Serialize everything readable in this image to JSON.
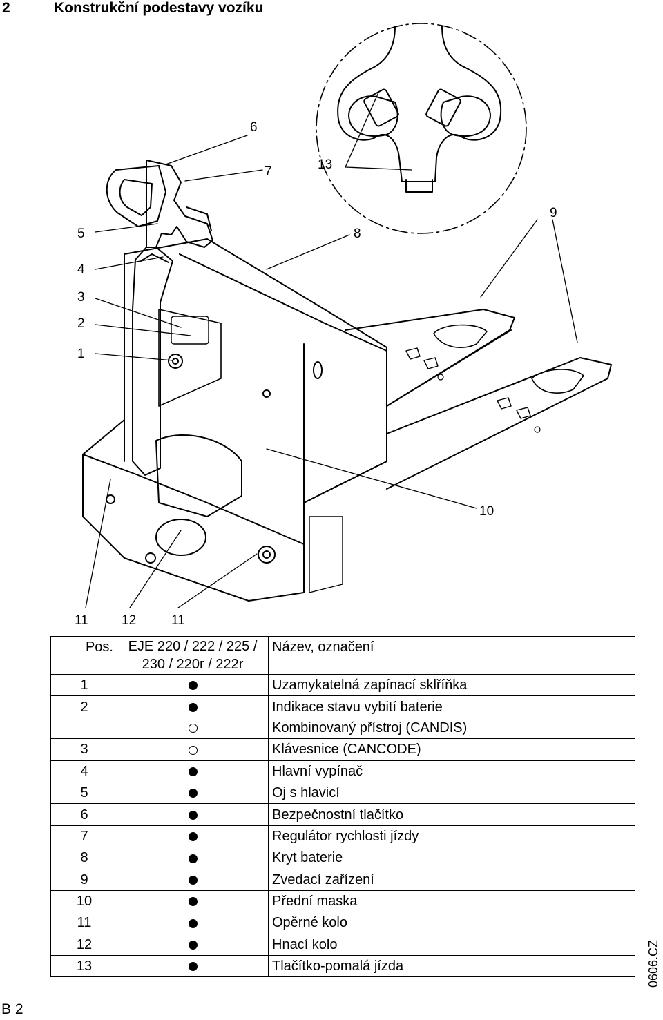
{
  "header": {
    "chapter": "2",
    "title": "Konstrukční podestavy vozíku"
  },
  "illustration": {
    "callouts": [
      "6",
      "7",
      "13",
      "5",
      "8",
      "9",
      "4",
      "3",
      "2",
      "1",
      "10",
      "11",
      "12",
      "11"
    ]
  },
  "legend": {
    "headers": {
      "pos": "Pos.",
      "model_line1": "EJE 220 / 222 / 225 /",
      "model_line2": "230 / 220r / 222r",
      "name": "Název, označení"
    },
    "rows": [
      {
        "pos": "1",
        "marker": "filled",
        "name": "Uzamykatelná zapínací sklříňka",
        "sep": true
      },
      {
        "pos": "2",
        "marker": "filled",
        "name": "Indikace stavu vybití baterie",
        "sep": true
      },
      {
        "pos": "",
        "marker": "open",
        "name": "Kombinovaný přístroj (CANDIS)",
        "sep": false
      },
      {
        "pos": "3",
        "marker": "open",
        "name": "Klávesnice (CANCODE)",
        "sep": true
      },
      {
        "pos": "4",
        "marker": "filled",
        "name": "Hlavní vypínač",
        "sep": true
      },
      {
        "pos": "5",
        "marker": "filled",
        "name": "Oj s hlavicí",
        "sep": true
      },
      {
        "pos": "6",
        "marker": "filled",
        "name": "Bezpečnostní tlačítko",
        "sep": true
      },
      {
        "pos": "7",
        "marker": "filled",
        "name": "Regulátor rychlosti jízdy",
        "sep": true
      },
      {
        "pos": "8",
        "marker": "filled",
        "name": "Kryt baterie",
        "sep": true
      },
      {
        "pos": "9",
        "marker": "filled",
        "name": "Zvedací zařízení",
        "sep": true
      },
      {
        "pos": "10",
        "marker": "filled",
        "name": "Přední maska",
        "sep": true
      },
      {
        "pos": "11",
        "marker": "filled",
        "name": "Opěrné kolo",
        "sep": true
      },
      {
        "pos": "12",
        "marker": "filled",
        "name": "Hnací kolo",
        "sep": true
      },
      {
        "pos": "13",
        "marker": "filled",
        "name": "Tlačítko-pomalá jízda",
        "sep": true
      }
    ]
  },
  "footer": {
    "page": "B 2",
    "code": "0606.CZ"
  }
}
